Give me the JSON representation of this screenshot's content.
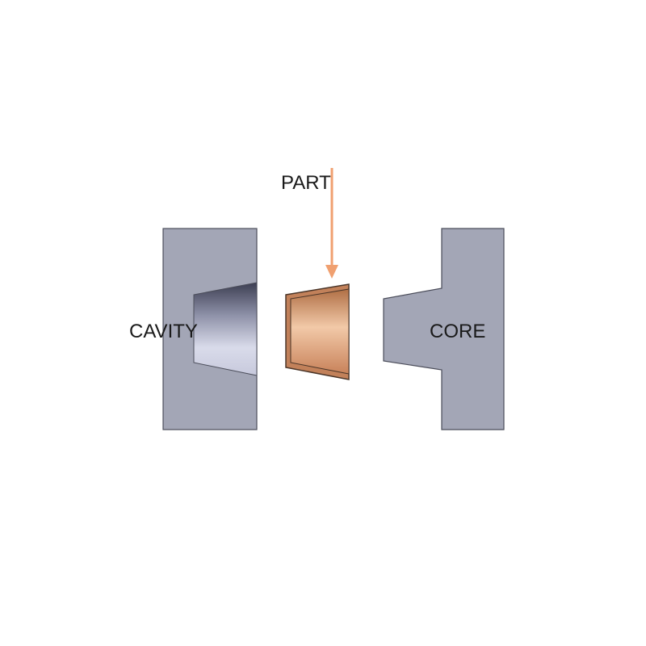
{
  "labels": {
    "part": "PART",
    "cavity": "CAVITY",
    "core": "CORE"
  },
  "colors": {
    "mold_fill": "#a3a6b6",
    "mold_stroke": "#4b4d5a",
    "arrow": "#f0a070",
    "part_outer": "#c2815a",
    "part_border": "#4a3528",
    "part_inner_light": "#f2c9a8",
    "part_inner_dark": "#b06f45",
    "cavity_shade_dark": "#3c3e52",
    "cavity_shade_light": "#e4e6f4"
  }
}
